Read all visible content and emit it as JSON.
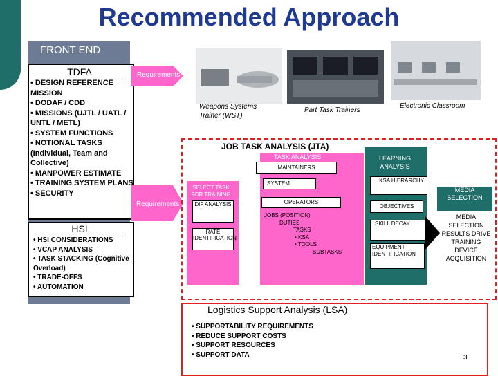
{
  "title": "Recommended Approach",
  "front_end": {
    "label": "FRONT END"
  },
  "tdfa": {
    "title": "TDFA",
    "items": [
      "• DESIGN REFERENCE MISSION",
      "• DODAF / CDD",
      "• MISSIONS  (UJTL / UATL / UNTL / METL)",
      "• SYSTEM FUNCTIONS",
      "• NOTIONAL TASKS (Individual, Team and Collective)",
      "• MANPOWER ESTIMATE",
      "• TRAINING SYSTEM PLANS",
      "• SECURITY"
    ]
  },
  "hsi": {
    "title": "HSI",
    "items": [
      "• HSI CONSIDERATIONS",
      "• VCAP ANALYSIS",
      "• TASK STACKING (Cognitive Overload)",
      "• TRADE-OFFS",
      "• AUTOMATION"
    ]
  },
  "arrows": {
    "top_label": "Requirements",
    "bottom_label": "Requirements"
  },
  "photos": {
    "wst_caption": "Weapons Systems Trainer (WST)",
    "pt_caption": "Part Task Trainers",
    "ec_caption": "Electronic Classroom"
  },
  "jta": {
    "label": "JOB TASK ANALYSIS (JTA)",
    "task_analysis": "TASK ANALYSIS",
    "maintainers": "MAINTAINERS",
    "system": "SYSTEM",
    "operators": "OPERATORS",
    "jobs_lines": [
      "JOBS (POSITION)",
      "DUTIES",
      "TASKS",
      "• KSA",
      "• TOOLS",
      "SUBTASKS"
    ],
    "select_task": "SELECT TASK FOR TRAINING",
    "dif": "DIF ANALYSIS",
    "rate": "RATE IDENTIFICATION"
  },
  "learning": {
    "label": "LEARNING ANALYSIS",
    "ksa": "KSA HIERARCHY",
    "objectives": "OBJECTIVES",
    "skill": "SKILL DECAY",
    "equipment": "EQUIPMENT IDENTIFICATION"
  },
  "media": {
    "selection": "MEDIA SELECTION",
    "text": "MEDIA SELECTION RESULTS DRIVE TRAINING DEVICE ACQUISITION"
  },
  "lsa": {
    "label": "Logistics Support Analysis (LSA)",
    "items": [
      "• SUPPORTABILITY REQUIREMENTS",
      "• REDUCE SUPPORT COSTS",
      "• SUPPORT RESOURCES",
      "• SUPPORT DATA"
    ]
  },
  "page_number": "3"
}
